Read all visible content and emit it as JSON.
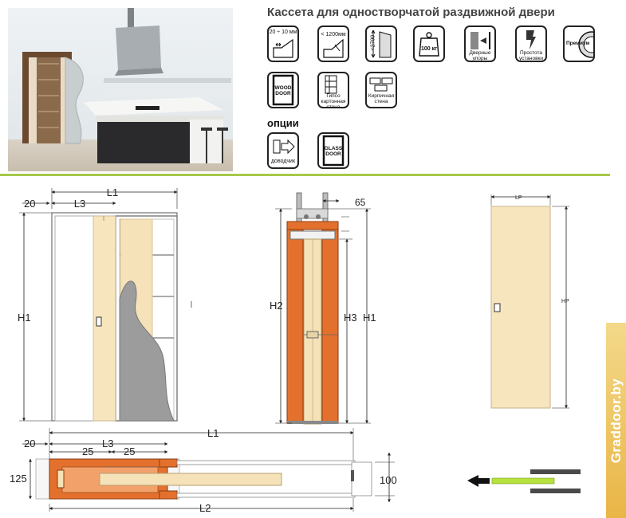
{
  "title": "Кассета для одностворчатой раздвижной двери",
  "icons": {
    "wall_thickness": "20 ÷ 10 мм",
    "door_width": "< 1200мм",
    "door_height": "<2700",
    "weight": "100 кг",
    "door_stops": "Дверные упоры",
    "easy_install": "Простота установки",
    "premium": "Премиум",
    "wood_door": "WOOD DOOR",
    "gypsum_wall": "Гипсо картонная стена",
    "brick_wall": "Кирпичная стена"
  },
  "options_label": "опции",
  "options": {
    "closer": "доводчик",
    "glass_door": "GLASS DOOR"
  },
  "drawing": {
    "front": {
      "l1": "L1",
      "l3": "L3",
      "w20": "20",
      "h1": "H1"
    },
    "section": {
      "h2": "H2",
      "h3": "H3",
      "h1": "H1",
      "d65": "65"
    },
    "door": {
      "lp": "LP",
      "hp": "HP"
    },
    "plan": {
      "w20": "20",
      "l3": "L3",
      "l1": "L1",
      "l2": "L2",
      "d25a": "25",
      "d25b": "25",
      "d125": "125",
      "d100": "100"
    }
  },
  "watermark": "Graddoor.by"
}
